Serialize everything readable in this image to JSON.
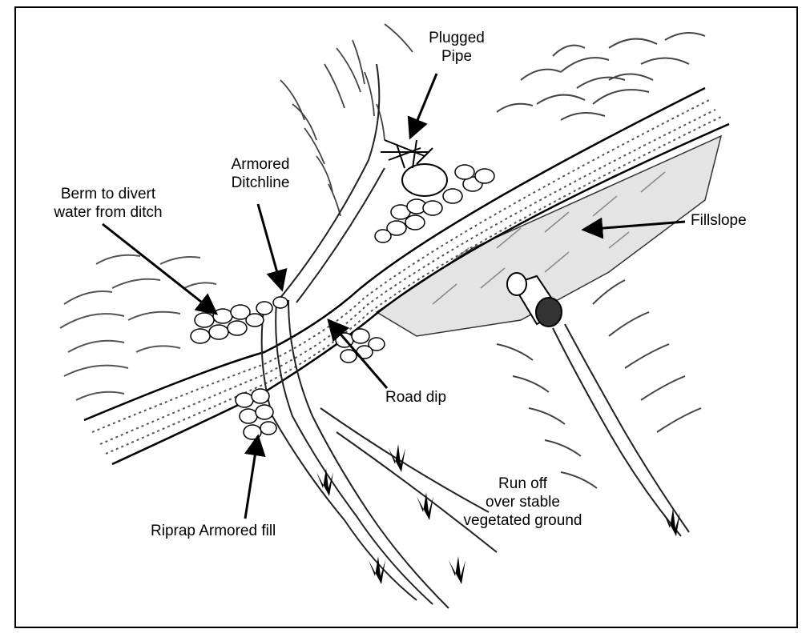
{
  "labels": {
    "plugged_pipe": "Plugged\nPipe",
    "armored_ditchline": "Armored\nDitchline",
    "berm": "Berm to divert\nwater from ditch",
    "fillslope": "Fillslope",
    "road_dip": "Road dip",
    "runoff": "Run off\nover stable\nvegetated ground",
    "riprap": "Riprap Armored fill"
  },
  "icons": {
    "pipe": "culvert-pipe-icon",
    "rock": "riprap-rock-icon"
  },
  "colors": {
    "ink": "#000000",
    "background": "#ffffff",
    "shade": "#555555"
  }
}
